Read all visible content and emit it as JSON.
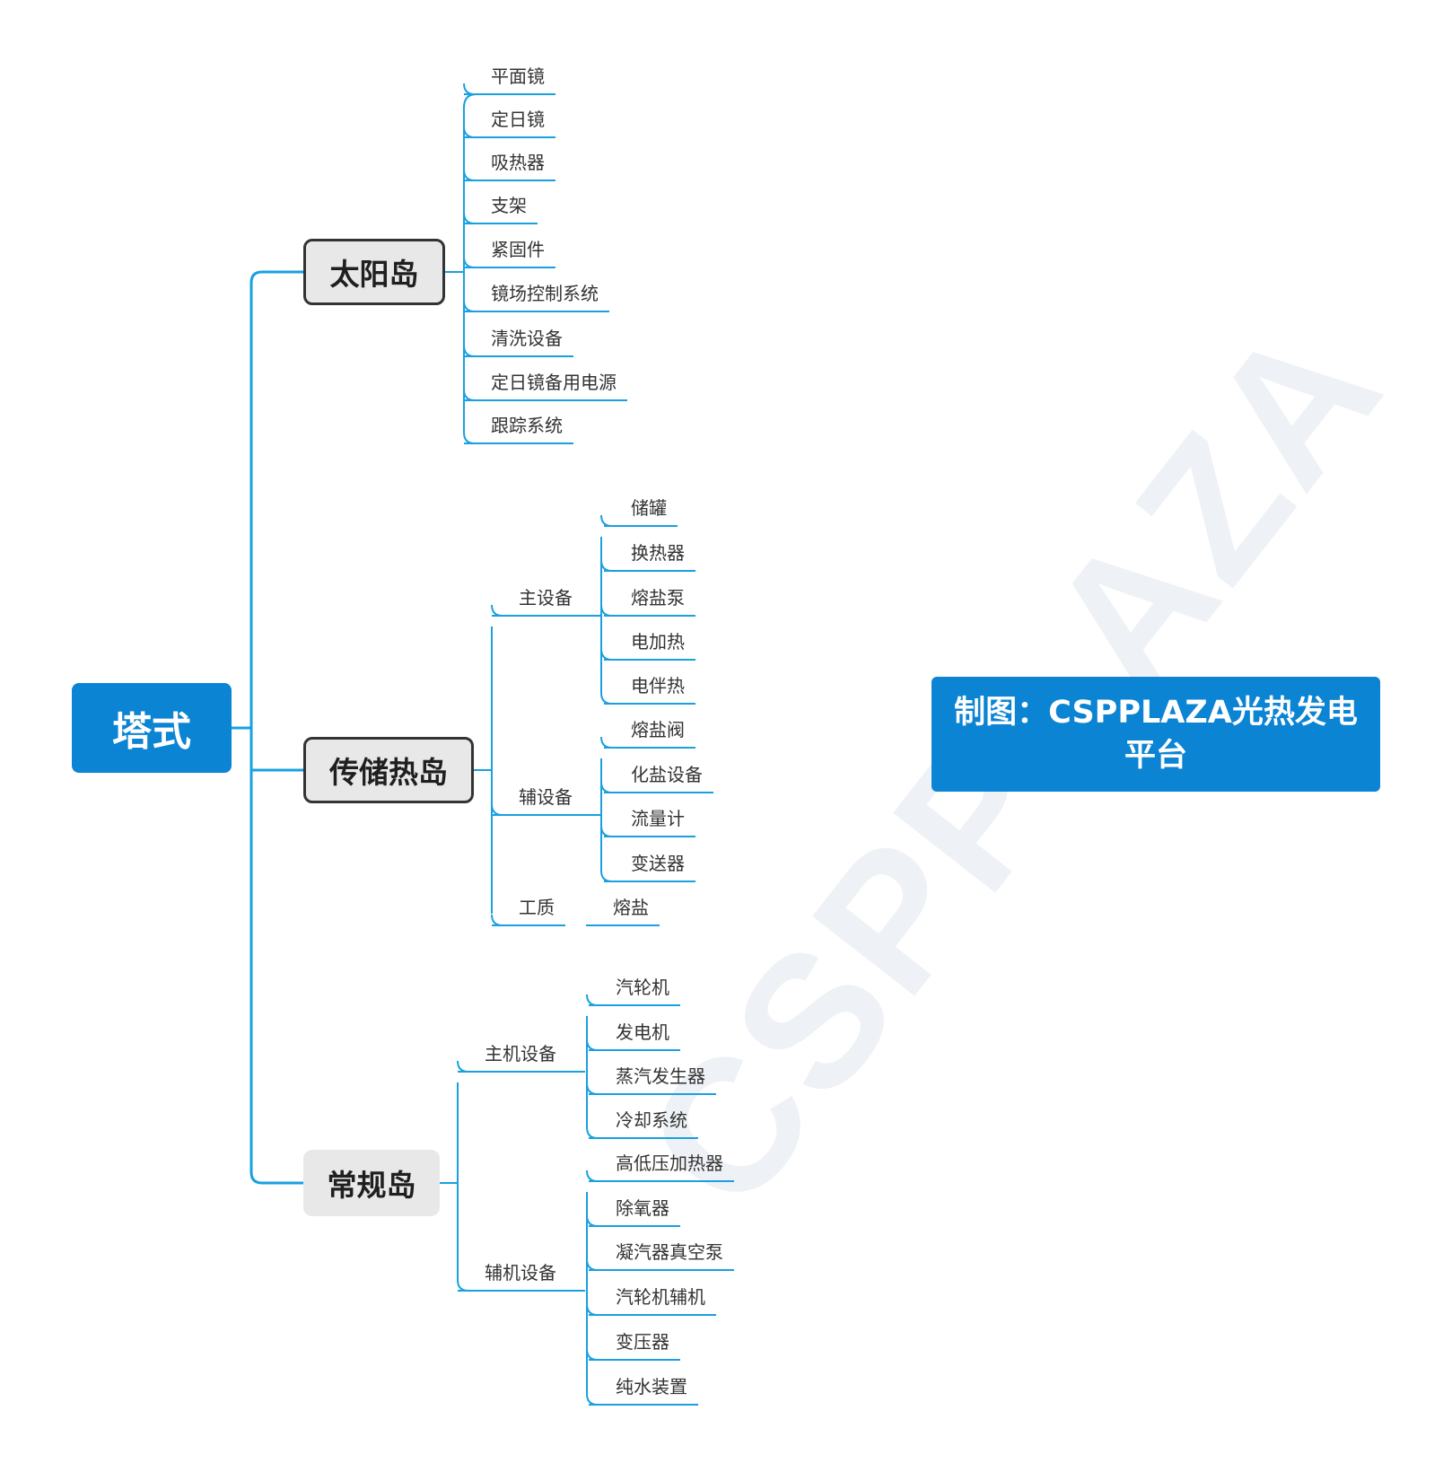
{
  "root": {
    "label": "塔式"
  },
  "branches": [
    {
      "label": "太阳岛",
      "children": [
        "平面镜",
        "定日镜",
        "吸热器",
        "支架",
        "紧固件",
        "镜场控制系统",
        "清洗设备",
        "定日镜备用电源",
        "跟踪系统"
      ]
    },
    {
      "label": "传储热岛",
      "groups": [
        {
          "label": "主设备",
          "children": [
            "储罐",
            "换热器",
            "熔盐泵",
            "电加热",
            "电伴热"
          ]
        },
        {
          "label": "辅设备",
          "children": [
            "熔盐阀",
            "化盐设备",
            "流量计",
            "变送器"
          ]
        },
        {
          "label": "工质",
          "children": [
            "熔盐"
          ]
        }
      ]
    },
    {
      "label": "常规岛",
      "groups": [
        {
          "label": "主机设备",
          "children": [
            "汽轮机",
            "发电机",
            "蒸汽发生器",
            "冷却系统"
          ]
        },
        {
          "label": "辅机设备",
          "children": [
            "高低压加热器",
            "除氧器",
            "凝汽器真空泵",
            "汽轮机辅机",
            "变压器",
            "纯水装置"
          ]
        }
      ]
    }
  ],
  "banner": {
    "line1": "制图：CSPPLAZA光热发电",
    "line2": "平台"
  },
  "watermark": "CSPPLAZA",
  "colors": {
    "line": "#19a0e0",
    "root": "#0b84d3",
    "banner": "#0b84d3",
    "branch_bg": "#e8e8e8"
  }
}
